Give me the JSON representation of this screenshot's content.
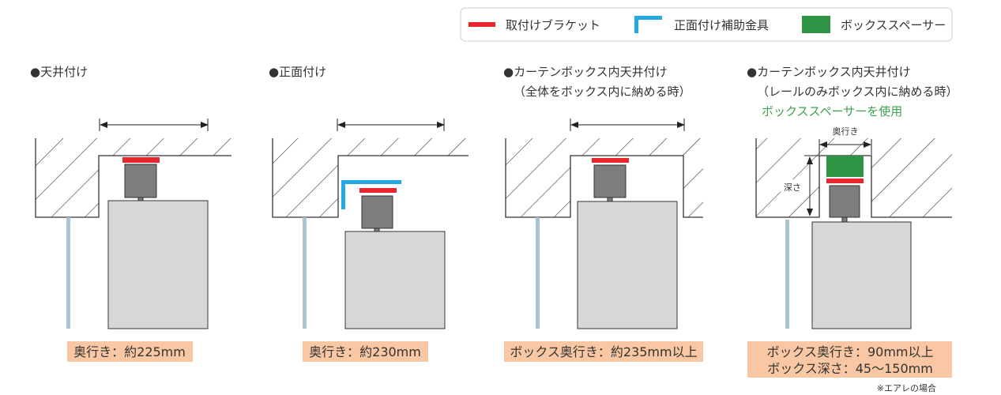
{
  "legend": {
    "items": [
      {
        "label": "取付けブラケット",
        "icon": "red-bar",
        "color": "#e8262e"
      },
      {
        "label": "正面付け補助金具",
        "icon": "blue-l-bracket",
        "color": "#23a9e6"
      },
      {
        "label": "ボックススペーサー",
        "icon": "green-block",
        "color": "#2f9443"
      }
    ]
  },
  "panels": [
    {
      "title": "●天井付け",
      "spec": [
        "奥行き：約225mm"
      ]
    },
    {
      "title": "●正面付け",
      "spec": [
        "奥行き：約230mm"
      ]
    },
    {
      "title": "●カーテンボックス内天井付け",
      "subtitle": "（全体をボックス内に納める時）",
      "spec": [
        "ボックス奥行き：約235mm以上"
      ]
    },
    {
      "title": "●カーテンボックス内天井付け",
      "subtitle": "（レールのみボックス内に納める時）",
      "note": "ボックススペーサーを使用",
      "width_label": "奥行き",
      "depth_label": "深さ",
      "spec": [
        "ボックス奥行き：90mm以上",
        "ボックス深さ：45〜150mm"
      ],
      "footnote": "※エアレの場合"
    }
  ]
}
